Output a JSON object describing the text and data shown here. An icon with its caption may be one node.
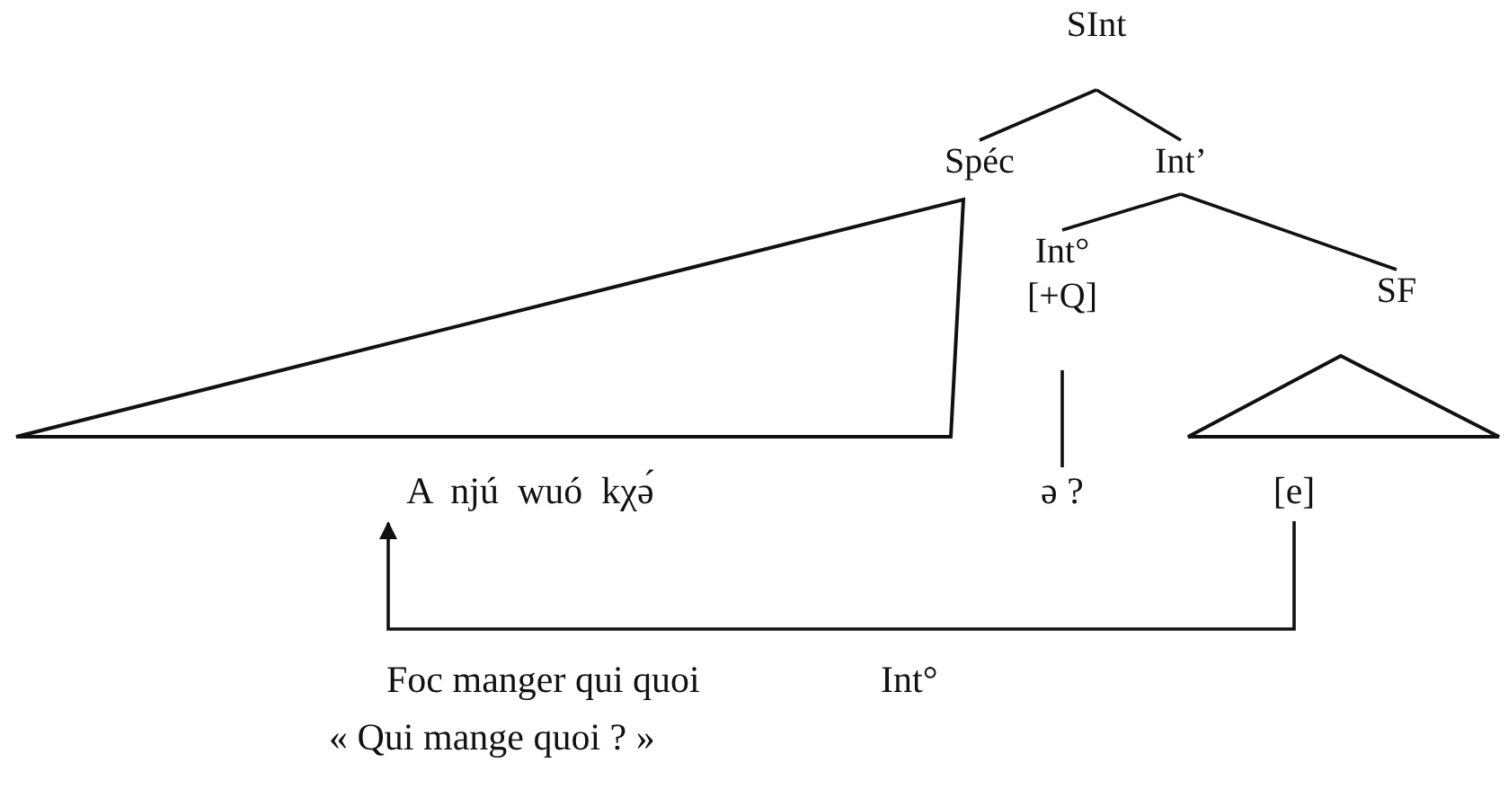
{
  "diagram": {
    "nodes": [
      {
        "text": [
          "SInt"
        ]
      },
      {
        "text": [
          "Spéc"
        ]
      },
      {
        "text": [
          "Int’"
        ]
      },
      {
        "text": [
          "Int°",
          "[+Q]"
        ]
      },
      {
        "text": [
          "SF"
        ]
      },
      {
        "text": [],
        "shape": "triangle"
      },
      {
        "text": [],
        "shape": "triangle"
      },
      {
        "text": [
          "A  njú  wuó  kχə́"
        ]
      },
      {
        "text": [
          "ə ?"
        ]
      },
      {
        "text": [
          "[e]"
        ]
      }
    ],
    "edges": [
      {
        "from": 0,
        "to": 1,
        "arrow": "none"
      },
      {
        "from": 0,
        "to": 2,
        "arrow": "none"
      },
      {
        "from": 2,
        "to": 3,
        "arrow": "none"
      },
      {
        "from": 2,
        "to": 4,
        "arrow": "none"
      },
      {
        "from": 3,
        "to": 8,
        "arrow": "none"
      },
      {
        "from": 9,
        "to": 7,
        "arrow": "to"
      }
    ],
    "labels": [
      "Foc manger qui quoi",
      "Int°",
      "« Qui mange quoi ? »"
    ]
  }
}
